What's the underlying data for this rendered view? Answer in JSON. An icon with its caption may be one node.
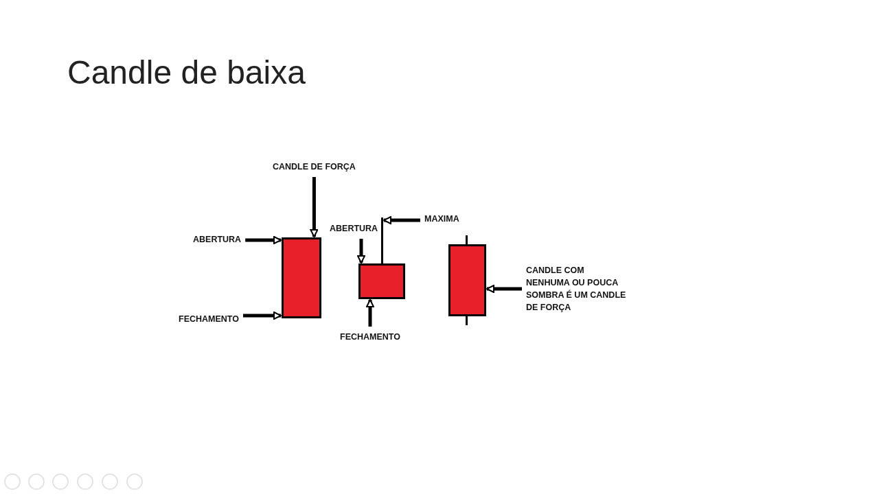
{
  "diagram": {
    "title": "Candle de baixa",
    "nodes": [
      {
        "text": [
          "CANDLE DE FORÇA"
        ]
      },
      {
        "text": [
          "ABERTURA"
        ]
      },
      {
        "text": [],
        "shape": "box"
      },
      {
        "text": [
          "FECHAMENTO"
        ]
      },
      {
        "text": [
          "ABERTURA"
        ]
      },
      {
        "text": [
          "MAXIMA"
        ]
      },
      {
        "text": [],
        "shape": "line"
      },
      {
        "text": [],
        "shape": "box"
      },
      {
        "text": [
          "FECHAMENTO"
        ]
      },
      {
        "text": [],
        "shape": "box"
      },
      {
        "text": [
          "CANDLE COM NENHUMA OU POUCA SOMBRA É UM CANDLE DE FORÇA"
        ]
      }
    ],
    "edges": [
      {
        "from": 0,
        "to": 2,
        "arrow": "to"
      },
      {
        "from": 1,
        "to": 2,
        "arrow": "to"
      },
      {
        "from": 3,
        "to": 2,
        "arrow": "to"
      },
      {
        "from": 4,
        "to": 7,
        "arrow": "to"
      },
      {
        "from": 5,
        "to": 6,
        "arrow": "to"
      },
      {
        "from": 8,
        "to": 7,
        "arrow": "to"
      },
      {
        "from": 10,
        "to": 9,
        "arrow": "to"
      }
    ]
  }
}
